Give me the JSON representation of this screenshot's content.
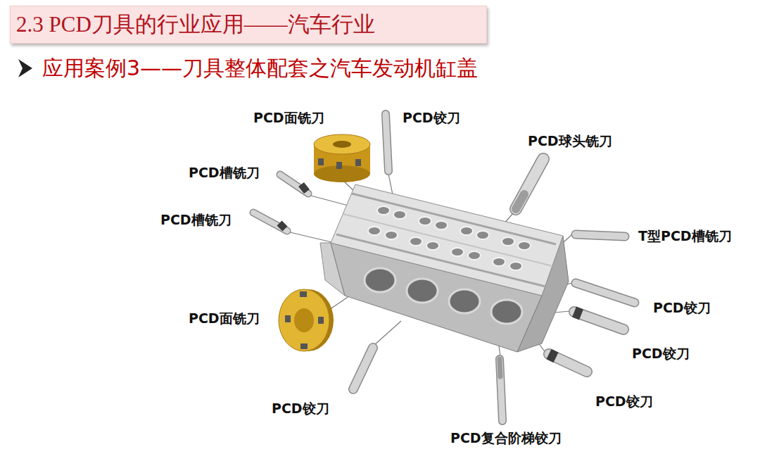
{
  "diagram": {
    "title": "2.3 PCD刀具的行业应用——汽车行业",
    "labels": [
      "应用案例3——刀具整体配套之汽车发动机缸盖",
      "PCD面铣刀",
      "PCD铰刀",
      "PCD球头铣刀",
      "PCD槽铣刀",
      "PCD槽铣刀",
      "T型PCD槽铣刀",
      "PCD铰刀",
      "PCD面铣刀",
      "PCD铰刀",
      "PCD铰刀",
      "PCD铰刀",
      "PCD复合阶梯铰刀"
    ]
  }
}
